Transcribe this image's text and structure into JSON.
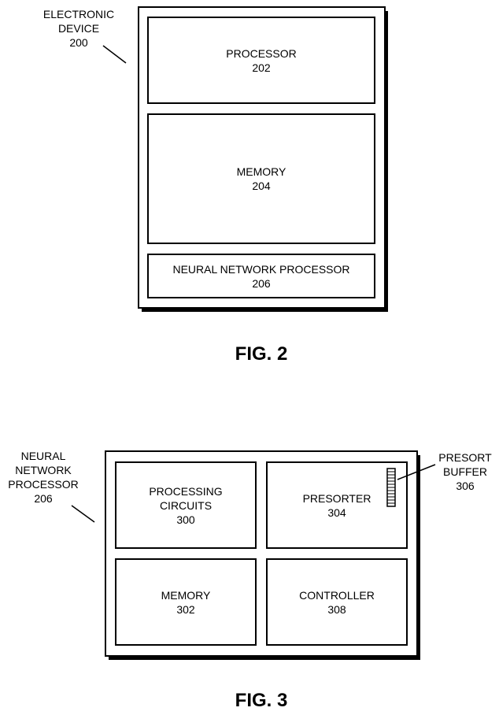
{
  "fig2": {
    "caption": "FIG. 2",
    "callout": {
      "line1": "ELECTRONIC",
      "line2": "DEVICE",
      "number": "200"
    },
    "blocks": {
      "processor": {
        "label": "PROCESSOR",
        "number": "202"
      },
      "memory": {
        "label": "MEMORY",
        "number": "204"
      },
      "npu": {
        "label": "NEURAL NETWORK PROCESSOR",
        "number": "206"
      }
    }
  },
  "fig3": {
    "caption": "FIG. 3",
    "callout": {
      "line1": "NEURAL",
      "line2": "NETWORK",
      "line3": "PROCESSOR",
      "number": "206"
    },
    "buffer_callout": {
      "line1": "PRESORT",
      "line2": "BUFFER",
      "number": "306"
    },
    "blocks": {
      "processing": {
        "line1": "PROCESSING",
        "line2": "CIRCUITS",
        "number": "300"
      },
      "presorter": {
        "label": "PRESORTER",
        "number": "304"
      },
      "memory": {
        "label": "MEMORY",
        "number": "302"
      },
      "controller": {
        "label": "CONTROLLER",
        "number": "308"
      }
    }
  }
}
